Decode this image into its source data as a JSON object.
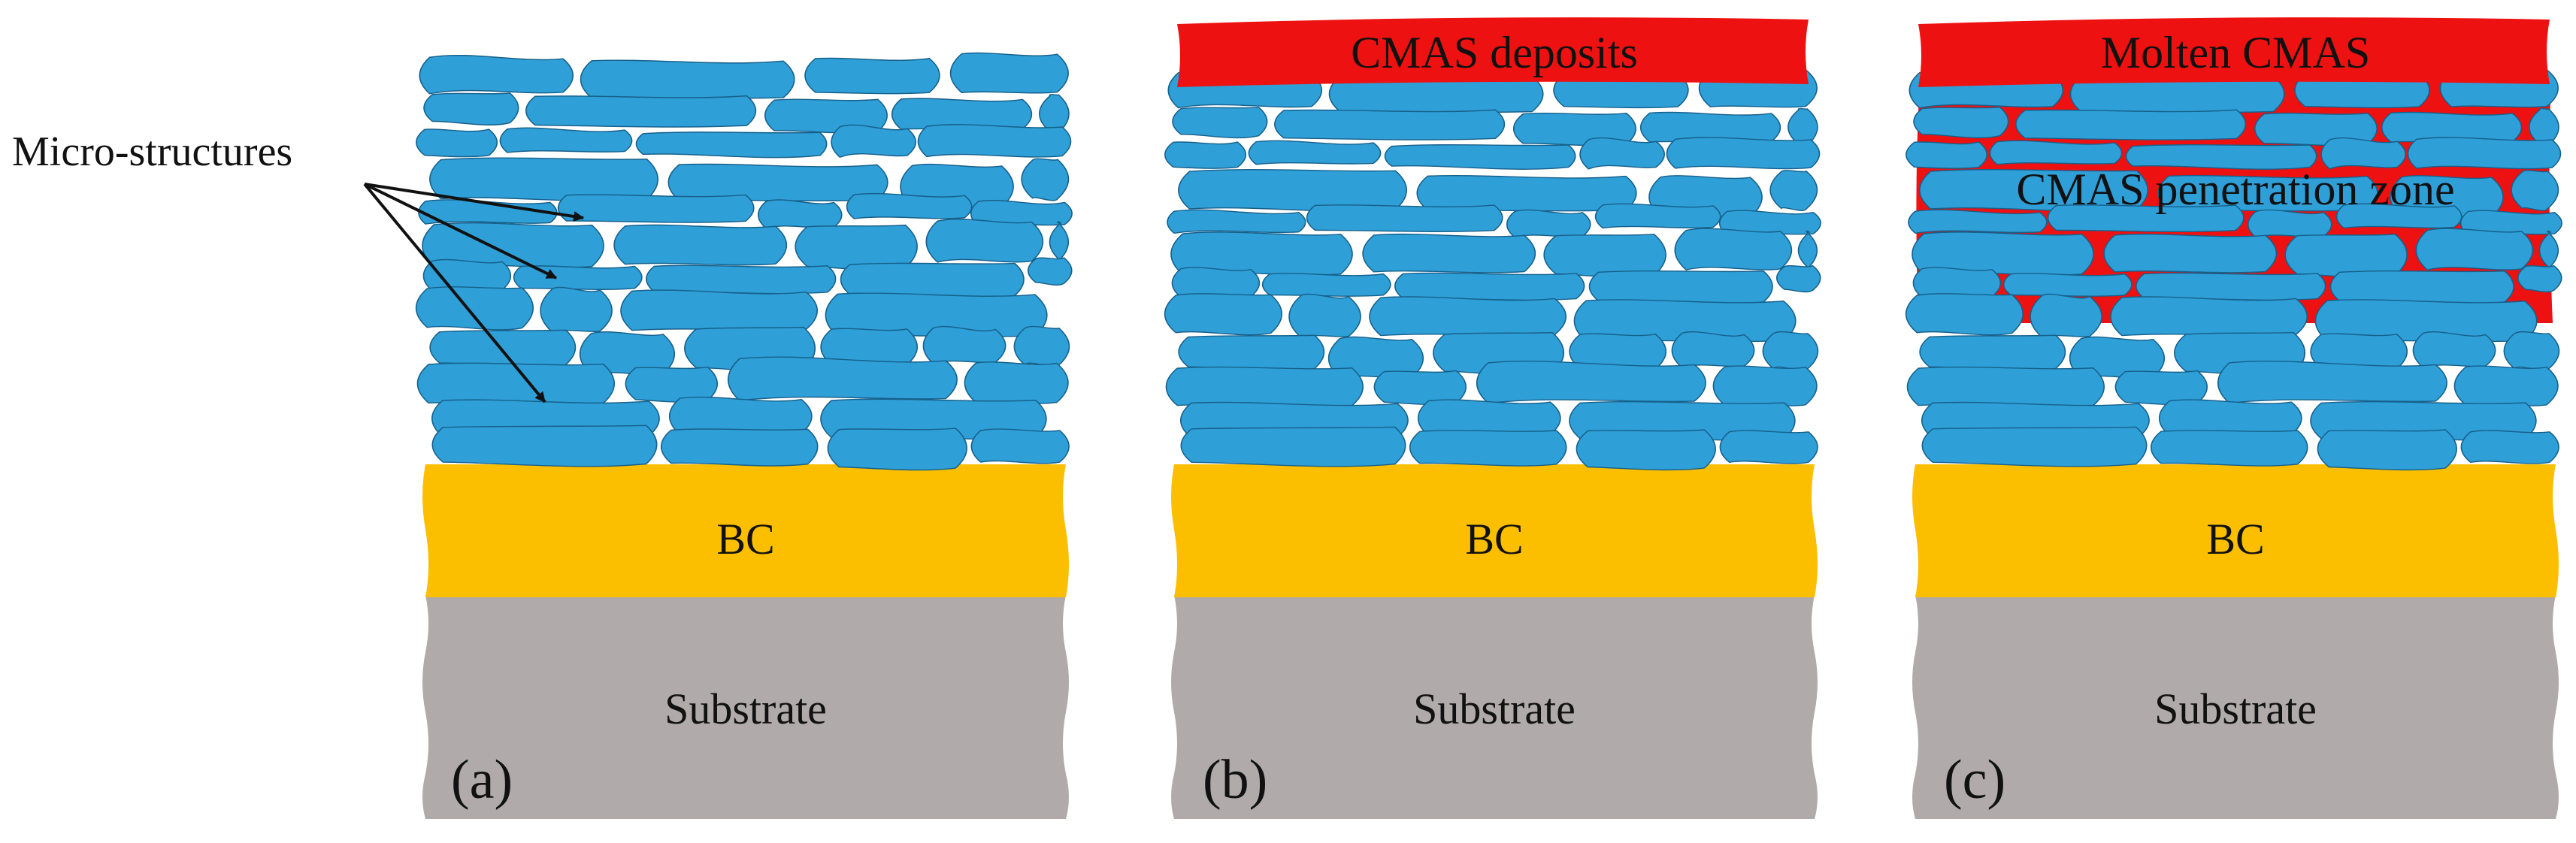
{
  "annotation": {
    "text": "Micro-structures"
  },
  "panels": [
    {
      "tag": "(a)",
      "top_label": "",
      "middle_label": "",
      "bond_coat": "BC",
      "substrate": "Substrate"
    },
    {
      "tag": "(b)",
      "top_label": "CMAS deposits",
      "middle_label": "",
      "bond_coat": "BC",
      "substrate": "Substrate"
    },
    {
      "tag": "(c)",
      "top_label": "Molten CMAS",
      "middle_label": "CMAS penetration zone",
      "bond_coat": "BC",
      "substrate": "Substrate"
    }
  ],
  "colors": {
    "splat": "#2f9fd8",
    "splat_edge": "#16608a",
    "bond_coat": "#fbbf00",
    "substrate": "#b0aaab",
    "cmas": "#ee1111",
    "arrow": "#111111",
    "text": "#111111"
  }
}
